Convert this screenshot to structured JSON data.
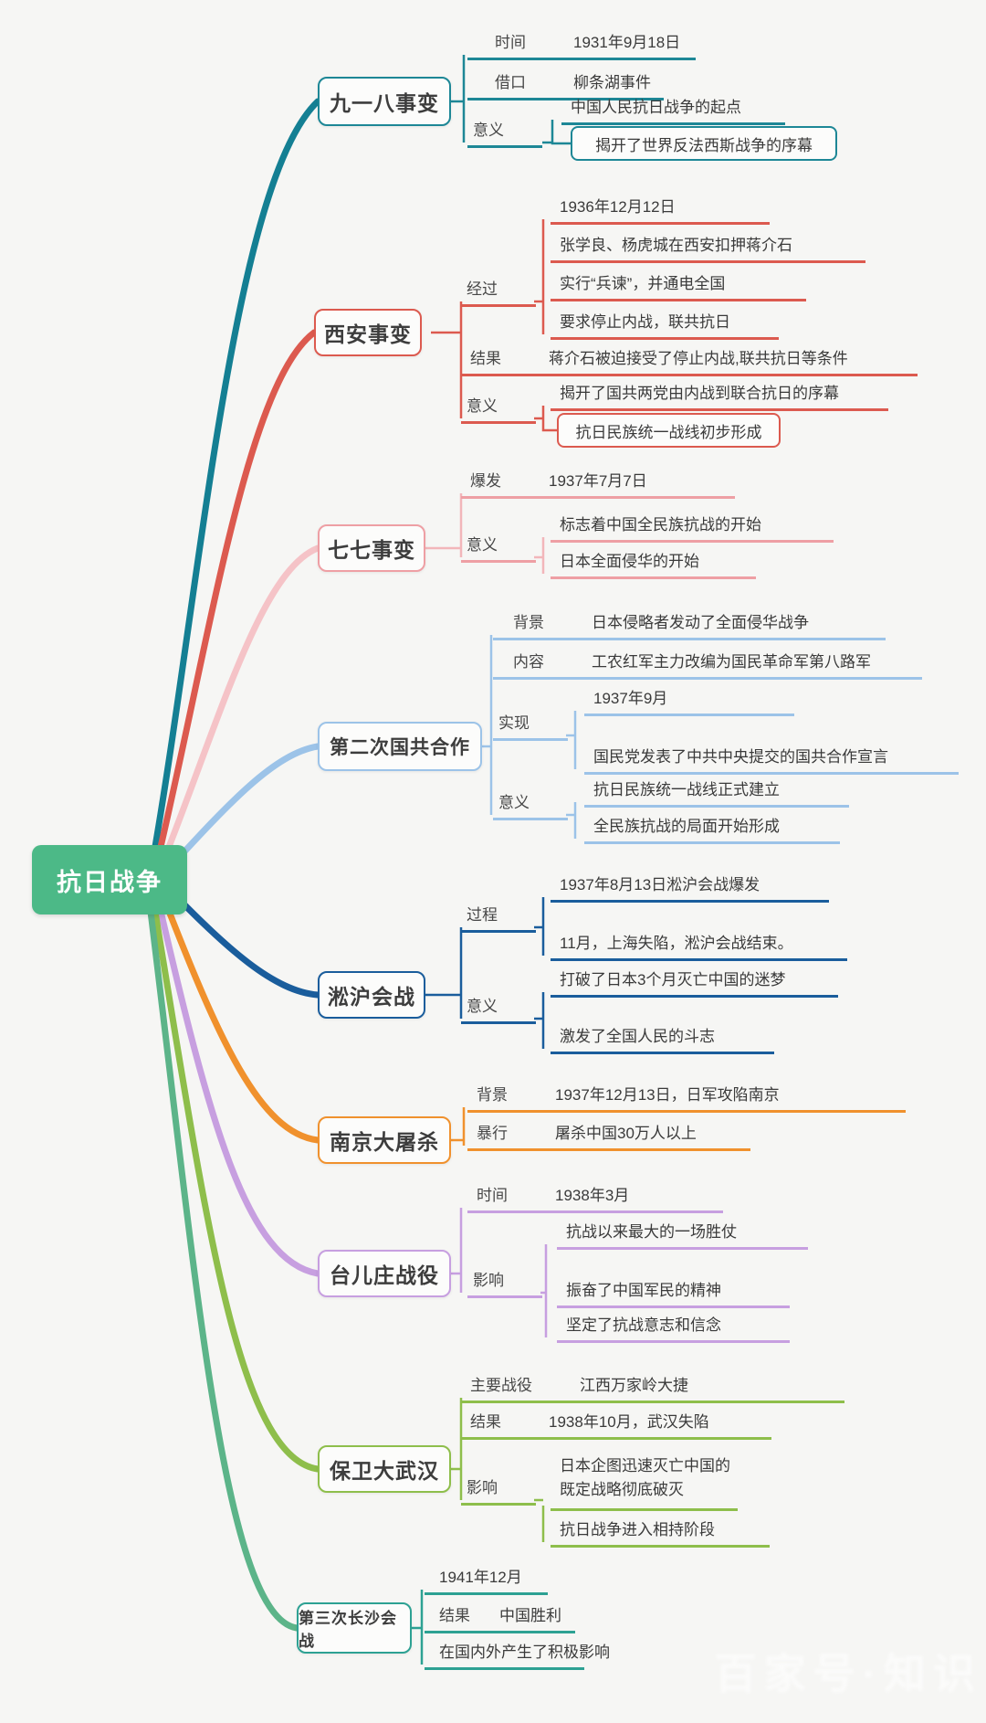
{
  "root": {
    "label": "抗日战争",
    "color": "#4cb987"
  },
  "watermark": {
    "text": "百家号·知识"
  },
  "branches": [
    {
      "label": "九一八事变",
      "color": "#1d8796",
      "children": [
        {
          "key": "时间",
          "leaves": [
            {
              "text": "1931年9月18日",
              "style": "underline"
            }
          ]
        },
        {
          "key": "借口",
          "leaves": [
            {
              "text": "柳条湖事件",
              "style": "underline"
            }
          ]
        },
        {
          "key": "意义",
          "leaves": [
            {
              "text": "中国人民抗日战争的起点",
              "style": "underline"
            },
            {
              "text": "揭开了世界反法西斯战争的序幕",
              "style": "box"
            }
          ]
        }
      ]
    },
    {
      "label": "西安事变",
      "color": "#dc5a4f",
      "children": [
        {
          "key": "经过",
          "leaves": [
            {
              "text": "1936年12月12日",
              "style": "underline"
            },
            {
              "text": "张学良、杨虎城在西安扣押蒋介石",
              "style": "underline"
            },
            {
              "text": "实行“兵谏”，并通电全国",
              "style": "underline"
            },
            {
              "text": "要求停止内战，联共抗日",
              "style": "underline"
            }
          ]
        },
        {
          "key": "结果",
          "leaves": [
            {
              "text": "蒋介石被迫接受了停止内战,联共抗日等条件",
              "style": "underline"
            }
          ]
        },
        {
          "key": "意义",
          "leaves": [
            {
              "text": "揭开了国共两党由内战到联合抗日的序幕",
              "style": "underline"
            },
            {
              "text": "抗日民族统一战线初步形成",
              "style": "box"
            }
          ]
        }
      ]
    },
    {
      "label": "七七事变",
      "color": "#ee9fa4",
      "children": [
        {
          "key": "爆发",
          "leaves": [
            {
              "text": "1937年7月7日",
              "style": "underline"
            }
          ]
        },
        {
          "key": "意义",
          "leaves": [
            {
              "text": "标志着中国全民族抗战的开始",
              "style": "underline"
            },
            {
              "text": "日本全面侵华的开始",
              "style": "underline"
            }
          ]
        }
      ]
    },
    {
      "label": "第二次国共合作",
      "color": "#9cc3e8",
      "children": [
        {
          "key": "背景",
          "leaves": [
            {
              "text": "日本侵略者发动了全面侵华战争",
              "style": "underline"
            }
          ]
        },
        {
          "key": "内容",
          "leaves": [
            {
              "text": "工农红军主力改编为国民革命军第八路军",
              "style": "underline"
            }
          ]
        },
        {
          "key": "实现",
          "leaves": [
            {
              "text": "1937年9月",
              "style": "underline"
            },
            {
              "text": "国民党发表了中共中央提交的国共合作宣言",
              "style": "underline"
            }
          ]
        },
        {
          "key": "意义",
          "leaves": [
            {
              "text": "抗日民族统一战线正式建立",
              "style": "underline"
            },
            {
              "text": "全民族抗战的局面开始形成",
              "style": "underline"
            }
          ]
        }
      ]
    },
    {
      "label": "淞沪会战",
      "color": "#1a5d9c",
      "children": [
        {
          "key": "过程",
          "leaves": [
            {
              "text": "1937年8月13日淞沪会战爆发",
              "style": "underline"
            },
            {
              "text": "11月，上海失陷，淞沪会战结束。",
              "style": "underline"
            }
          ]
        },
        {
          "key": "意义",
          "leaves": [
            {
              "text": "打破了日本3个月灭亡中国的迷梦",
              "style": "underline"
            },
            {
              "text": "激发了全国人民的斗志",
              "style": "underline"
            }
          ]
        }
      ]
    },
    {
      "label": "南京大屠杀",
      "color": "#f0912d",
      "children": [
        {
          "key": "背景",
          "leaves": [
            {
              "text": "1937年12月13日，日军攻陷南京",
              "style": "underline"
            }
          ]
        },
        {
          "key": "暴行",
          "leaves": [
            {
              "text": "屠杀中国30万人以上",
              "style": "underline"
            }
          ]
        }
      ]
    },
    {
      "label": "台儿庄战役",
      "color": "#c79fe0",
      "children": [
        {
          "key": "时间",
          "leaves": [
            {
              "text": "1938年3月",
              "style": "underline"
            }
          ]
        },
        {
          "key": "影响",
          "leaves": [
            {
              "text": "抗战以来最大的一场胜仗",
              "style": "underline"
            },
            {
              "text": "振奋了中国军民的精神",
              "style": "underline"
            },
            {
              "text": "坚定了抗战意志和信念",
              "style": "underline"
            }
          ]
        }
      ]
    },
    {
      "label": "保卫大武汉",
      "color": "#8ebe4b",
      "children": [
        {
          "key": "主要战役",
          "leaves": [
            {
              "text": "江西万家岭大捷",
              "style": "underline"
            }
          ]
        },
        {
          "key": "结果",
          "leaves": [
            {
              "text": "1938年10月，武汉失陷",
              "style": "underline"
            }
          ]
        },
        {
          "key": "影响",
          "leaves": [
            {
              "text": "日本企图迅速灭亡中国的既定战略彻底破灭",
              "style": "underline"
            },
            {
              "text": "抗日战争进入相持阶段",
              "style": "underline"
            }
          ]
        }
      ]
    },
    {
      "label": "第三次长沙会战",
      "color": "#2da193",
      "children": [
        {
          "key": "",
          "leaves": [
            {
              "text": "1941年12月",
              "style": "underline"
            }
          ]
        },
        {
          "key": "结果",
          "leaves": [
            {
              "text": "中国胜利",
              "style": "underline"
            }
          ]
        },
        {
          "key": "",
          "leaves": [
            {
              "text": "在国内外产生了积极影响",
              "style": "underline"
            }
          ]
        }
      ]
    }
  ]
}
